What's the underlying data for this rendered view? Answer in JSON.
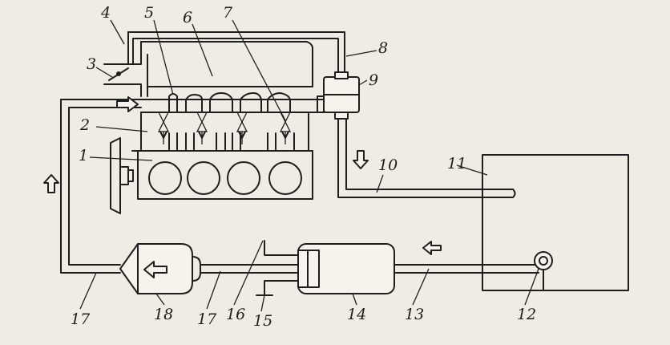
{
  "colors": {
    "paper": "#efece4",
    "ink": "#1e1e1e"
  },
  "labels": {
    "l1": "1",
    "l2": "2",
    "l3": "3",
    "l4": "4",
    "l5": "5",
    "l6": "6",
    "l7": "7",
    "l8": "8",
    "l9": "9",
    "l10": "10",
    "l11": "11",
    "l12": "12",
    "l13": "13",
    "l14": "14",
    "l15": "15",
    "l16": "16",
    "l17a": "17",
    "l17b": "17",
    "l18": "18"
  },
  "icons": {
    "flow_arrow": "hollow-arrow-icon"
  }
}
